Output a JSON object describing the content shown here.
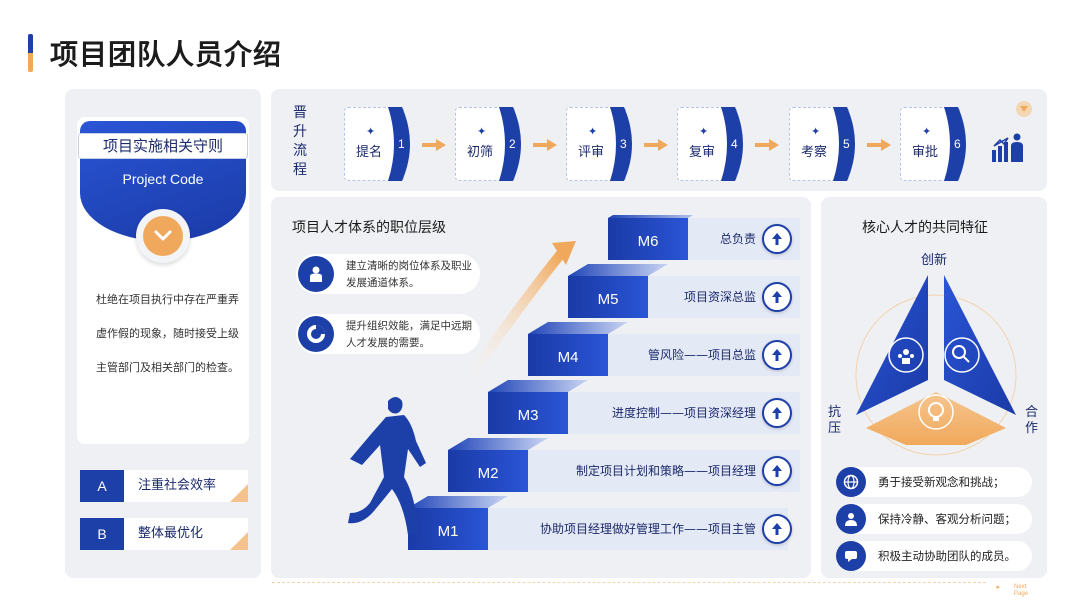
{
  "page": {
    "title": "项目团队人员介绍"
  },
  "code": {
    "title": "项目实施相关守则",
    "subtitle": "Project Code",
    "description": "杜绝在项目执行中存在严重弄虚作假的现象，随时接受上级主管部门及相关部门的检查。",
    "tags": [
      {
        "letter": "A",
        "text": "注重社会效率"
      },
      {
        "letter": "B",
        "text": "整体最优化"
      }
    ]
  },
  "flow": {
    "label": "晋升流程",
    "steps": [
      {
        "label": "提名",
        "num": "1"
      },
      {
        "label": "初筛",
        "num": "2"
      },
      {
        "label": "评审",
        "num": "3"
      },
      {
        "label": "复审",
        "num": "4"
      },
      {
        "label": "考察",
        "num": "5"
      },
      {
        "label": "审批",
        "num": "6"
      }
    ]
  },
  "levels": {
    "title": "项目人才体系的职位层级",
    "points": [
      "建立清晰的岗位体系及职业发展通道体系。",
      "提升组织效能，满足中远期人才发展的需要。"
    ],
    "items": [
      {
        "code": "M1",
        "role": "协助项目经理做好管理工作——项目主管"
      },
      {
        "code": "M2",
        "role": "制定项目计划和策略——项目经理"
      },
      {
        "code": "M3",
        "role": "进度控制——项目资深经理"
      },
      {
        "code": "M4",
        "role": "管风险——项目总监"
      },
      {
        "code": "M5",
        "role": "项目资深总监"
      },
      {
        "code": "M6",
        "role": "总负责"
      }
    ]
  },
  "traits": {
    "title": "核心人才的共同特征",
    "labels": {
      "top": "创新",
      "left": "抗压",
      "right": "合作"
    },
    "items": [
      {
        "icon": "globe-icon",
        "text": "勇于接受新观念和挑战；"
      },
      {
        "icon": "person-icon",
        "text": "保持冷静、客观分析问题；"
      },
      {
        "icon": "chat-icon",
        "text": "积极主动协助团队的成员。"
      }
    ]
  },
  "footer": {
    "next": "Next Page"
  },
  "colors": {
    "primary": "#1d3fa8",
    "accent": "#f0a95c",
    "panel": "#eef0f4"
  }
}
